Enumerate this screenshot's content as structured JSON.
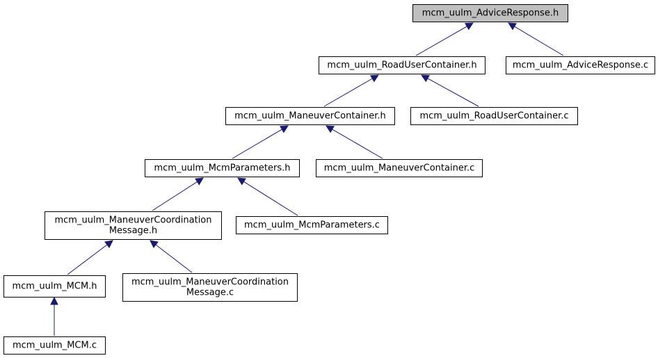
{
  "nodes": [
    {
      "id": "advice_h",
      "lines": [
        "mcm_uulm_AdviceResponse.h"
      ],
      "highlighted": true
    },
    {
      "id": "roaduser_h",
      "lines": [
        "mcm_uulm_RoadUserContainer.h"
      ]
    },
    {
      "id": "advice_c",
      "lines": [
        "mcm_uulm_AdviceResponse.c"
      ]
    },
    {
      "id": "maneuver_h",
      "lines": [
        "mcm_uulm_ManeuverContainer.h"
      ]
    },
    {
      "id": "roaduser_c",
      "lines": [
        "mcm_uulm_RoadUserContainer.c"
      ]
    },
    {
      "id": "mcmparams_h",
      "lines": [
        "mcm_uulm_McmParameters.h"
      ]
    },
    {
      "id": "maneuver_c",
      "lines": [
        "mcm_uulm_ManeuverContainer.c"
      ]
    },
    {
      "id": "mcmsg_h",
      "lines": [
        "mcm_uulm_ManeuverCoordination",
        "Message.h"
      ]
    },
    {
      "id": "mcmparams_c",
      "lines": [
        "mcm_uulm_McmParameters.c"
      ]
    },
    {
      "id": "mcm_h",
      "lines": [
        "mcm_uulm_MCM.h"
      ]
    },
    {
      "id": "mcmsg_c",
      "lines": [
        "mcm_uulm_ManeuverCoordination",
        "Message.c"
      ]
    },
    {
      "id": "mcm_c",
      "lines": [
        "mcm_uulm_MCM.c"
      ]
    }
  ],
  "edges": [
    {
      "from": "roaduser_h",
      "to": "advice_h"
    },
    {
      "from": "advice_c",
      "to": "advice_h"
    },
    {
      "from": "maneuver_h",
      "to": "roaduser_h"
    },
    {
      "from": "roaduser_c",
      "to": "roaduser_h"
    },
    {
      "from": "mcmparams_h",
      "to": "maneuver_h"
    },
    {
      "from": "maneuver_c",
      "to": "maneuver_h"
    },
    {
      "from": "mcmsg_h",
      "to": "mcmparams_h"
    },
    {
      "from": "mcmparams_c",
      "to": "mcmparams_h"
    },
    {
      "from": "mcm_h",
      "to": "mcmsg_h"
    },
    {
      "from": "mcmsg_c",
      "to": "mcmsg_h"
    },
    {
      "from": "mcm_c",
      "to": "mcm_h"
    }
  ],
  "colors": {
    "root_fill": "#bfbfbf",
    "node_fill": "#ffffff",
    "edge": "#191970"
  }
}
